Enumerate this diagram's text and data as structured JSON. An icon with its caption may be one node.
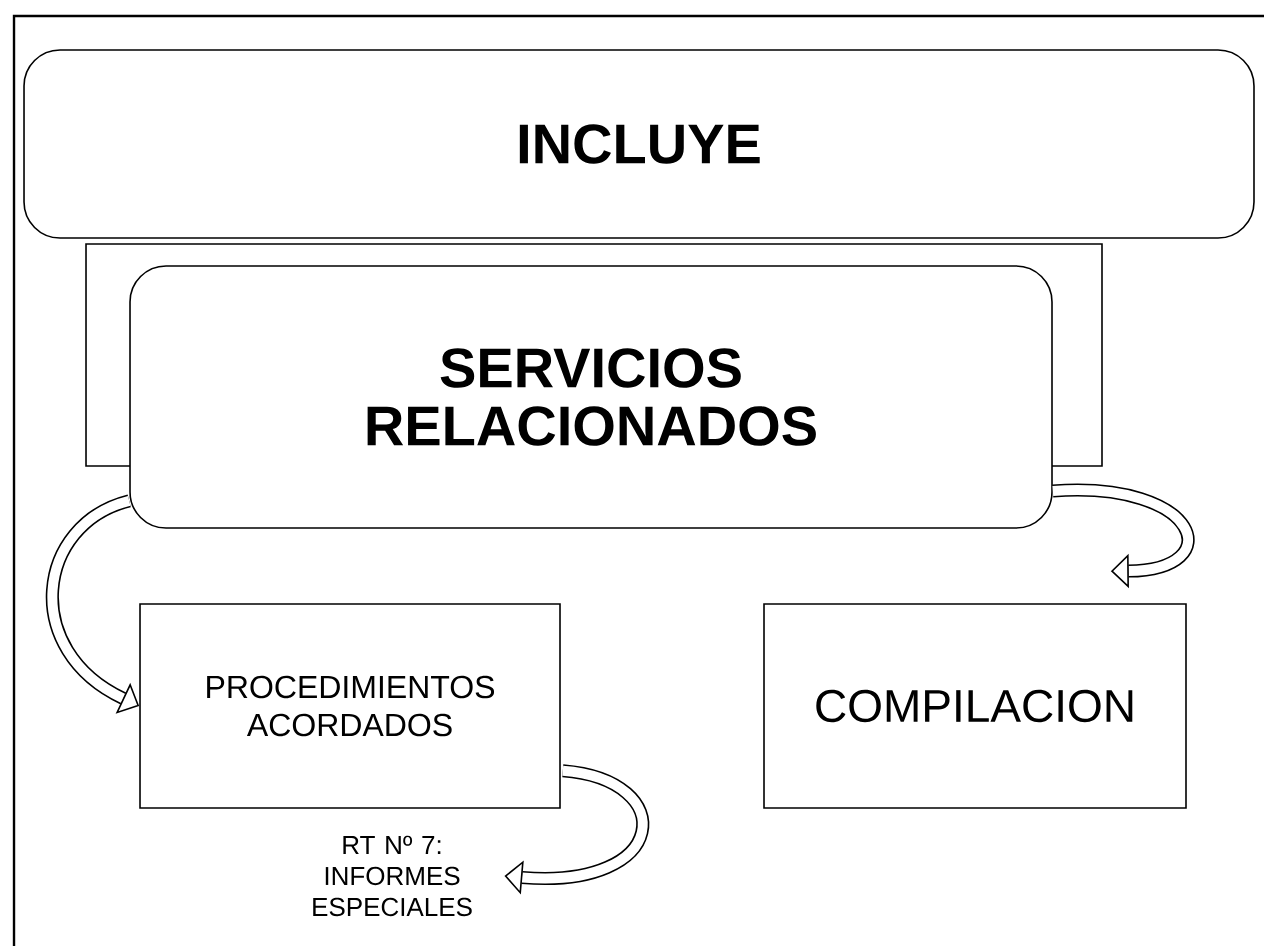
{
  "diagram": {
    "nodes": [
      {
        "text": [
          "INCLUYE"
        ]
      },
      {
        "text": [
          "SERVICIOS RELACIONADOS"
        ]
      },
      {
        "text": [
          "PROCEDIMIENTOS ACORDADOS"
        ]
      },
      {
        "text": [
          "COMPILACION"
        ]
      },
      {
        "text": [
          "RT Nº 7: INFORMES ESPECIALES"
        ]
      }
    ],
    "edges": [
      {
        "from": 1,
        "to": 2,
        "arrow": "to"
      },
      {
        "from": 1,
        "to": 3,
        "arrow": "to"
      },
      {
        "from": 2,
        "to": 4,
        "arrow": "to"
      }
    ]
  }
}
